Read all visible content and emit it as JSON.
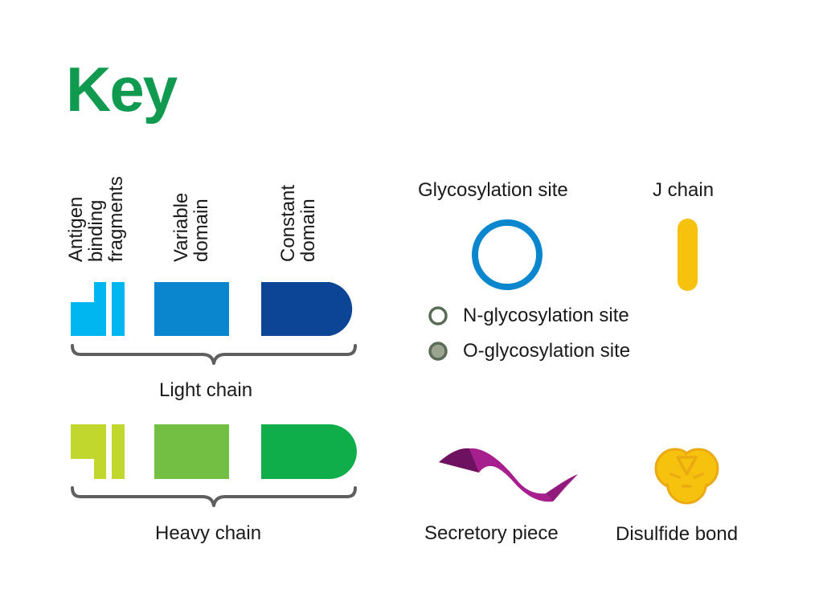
{
  "title": "Key",
  "domain_labels": {
    "antigen_line1": "Antigen",
    "antigen_line2": "binding",
    "antigen_line3": "fragments",
    "variable_line1": "Variable",
    "variable_line2": "domain",
    "constant_line1": "Constant",
    "constant_line2": "domain"
  },
  "chains": {
    "light": {
      "label": "Light chain",
      "colors": {
        "fab": "#00b6f0",
        "variable": "#0a86cf",
        "constant": "#0c4596"
      }
    },
    "heavy": {
      "label": "Heavy chain",
      "colors": {
        "fab": "#c1d72e",
        "variable": "#72bf44",
        "constant": "#10ae4b"
      }
    }
  },
  "legend": {
    "glycosylation_site": {
      "label": "Glycosylation site",
      "color": "#0a86cf"
    },
    "j_chain": {
      "label": "J chain",
      "color": "#f7c20d"
    },
    "n_glycosylation": {
      "label": "N-glycosylation site",
      "color": "#5a6b56"
    },
    "o_glycosylation": {
      "label": "O-glycosylation site",
      "color": "#5a6b56",
      "fill": "#9aa48e"
    },
    "secretory_piece": {
      "label": "Secretory piece",
      "color": "#a71e8f"
    },
    "disulfide_bond": {
      "label": "Disulfide bond",
      "color": "#f7c20d"
    }
  }
}
